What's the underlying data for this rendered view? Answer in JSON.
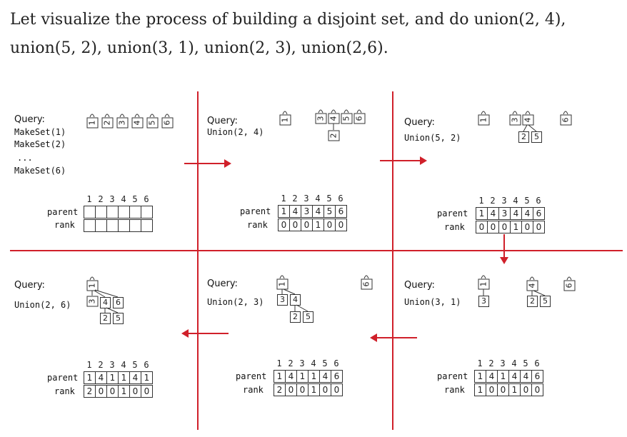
{
  "intro": {
    "line1": "Let visualize the process of building a disjoint set, and do union(2, 4),",
    "line2": "union(5, 2), union(3, 1), union(2, 3), union(2,6)."
  },
  "labels": {
    "query": "Query:",
    "parent": "parent",
    "rank": "rank",
    "ellipsis": "..."
  },
  "panels": {
    "p1": {
      "ops": [
        "MakeSet(1)",
        "MakeSet(2)",
        "MakeSet(6)"
      ],
      "index": [
        "1",
        "2",
        "3",
        "4",
        "5",
        "6"
      ],
      "parent": [
        "",
        "",
        "",
        "",
        "",
        ""
      ],
      "rank": [
        "",
        "",
        "",
        "",
        "",
        ""
      ]
    },
    "p2": {
      "op": "Union(2, 4)",
      "index": [
        "1",
        "2",
        "3",
        "4",
        "5",
        "6"
      ],
      "parent": [
        "1",
        "4",
        "3",
        "4",
        "5",
        "6"
      ],
      "rank": [
        "0",
        "0",
        "0",
        "1",
        "0",
        "0"
      ]
    },
    "p3": {
      "op": "Union(5, 2)",
      "index": [
        "1",
        "2",
        "3",
        "4",
        "5",
        "6"
      ],
      "parent": [
        "1",
        "4",
        "3",
        "4",
        "4",
        "6"
      ],
      "rank": [
        "0",
        "0",
        "0",
        "1",
        "0",
        "0"
      ]
    },
    "p4": {
      "op": "Union(3, 1)",
      "index": [
        "1",
        "2",
        "3",
        "4",
        "5",
        "6"
      ],
      "parent": [
        "1",
        "4",
        "1",
        "4",
        "4",
        "6"
      ],
      "rank": [
        "1",
        "0",
        "0",
        "1",
        "0",
        "0"
      ]
    },
    "p5": {
      "op": "Union(2, 3)",
      "index": [
        "1",
        "2",
        "3",
        "4",
        "5",
        "6"
      ],
      "parent": [
        "1",
        "4",
        "1",
        "1",
        "4",
        "6"
      ],
      "rank": [
        "2",
        "0",
        "0",
        "1",
        "0",
        "0"
      ]
    },
    "p6": {
      "op": "Union(2, 6)",
      "index": [
        "1",
        "2",
        "3",
        "4",
        "5",
        "6"
      ],
      "parent": [
        "1",
        "4",
        "1",
        "1",
        "4",
        "1"
      ],
      "rank": [
        "2",
        "0",
        "0",
        "1",
        "0",
        "0"
      ]
    }
  },
  "colors": {
    "divider": "#d0202a",
    "node_border": "#333333"
  }
}
